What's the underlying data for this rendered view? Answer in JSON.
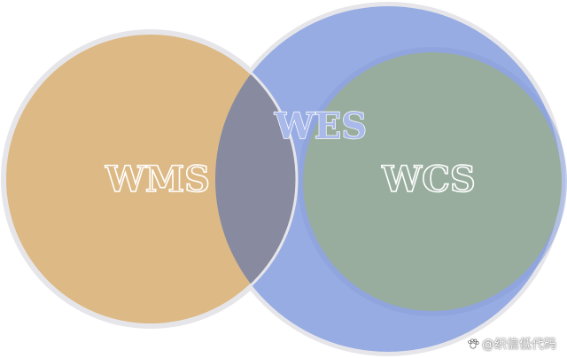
{
  "diagram": {
    "type": "venn",
    "sets": [
      {
        "label": "WMS",
        "color": "#dcb985"
      },
      {
        "label": "WES",
        "color": "#97ace3"
      },
      {
        "label": "WCS",
        "color": "#98ad9d"
      }
    ],
    "overlap_color": "#888b9f",
    "ring_color": "#e8e8ec"
  },
  "watermark": {
    "text": "@织信低代码"
  }
}
